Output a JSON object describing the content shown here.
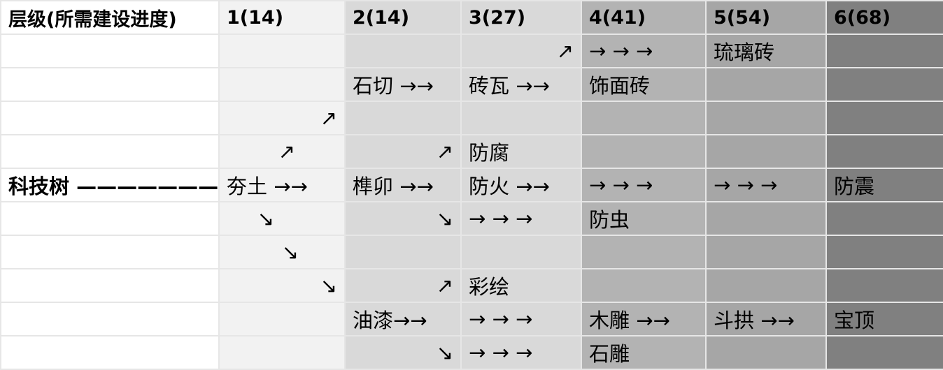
{
  "header": [
    "层级(所需建设进度)",
    "1(14)",
    "2(14)",
    "3(27)",
    "4(41)",
    "5(54)",
    "6(68)"
  ],
  "rows": [
    [
      {
        "t": ""
      },
      {
        "t": ""
      },
      {
        "t": ""
      },
      {
        "t": "↗",
        "a": "right"
      },
      {
        "t": "→ → →"
      },
      {
        "t": "琉璃砖"
      },
      {
        "t": ""
      }
    ],
    [
      {
        "t": ""
      },
      {
        "t": ""
      },
      {
        "t": "石切 →→"
      },
      {
        "t": "砖瓦 →→"
      },
      {
        "t": "饰面砖"
      },
      {
        "t": ""
      },
      {
        "t": ""
      }
    ],
    [
      {
        "t": ""
      },
      {
        "t": "↗",
        "a": "right"
      },
      {
        "t": ""
      },
      {
        "t": ""
      },
      {
        "t": ""
      },
      {
        "t": ""
      },
      {
        "t": ""
      }
    ],
    [
      {
        "t": ""
      },
      {
        "t": "↗",
        "a": "right",
        "pr": "70px"
      },
      {
        "t": "↗",
        "a": "right"
      },
      {
        "t": "防腐"
      },
      {
        "t": ""
      },
      {
        "t": ""
      },
      {
        "t": ""
      }
    ],
    [
      {
        "t": "科技树 ———————",
        "b": true
      },
      {
        "t": "夯土 →→"
      },
      {
        "t": "榫卯 →→"
      },
      {
        "t": "防火 →→"
      },
      {
        "t": "→ → →"
      },
      {
        "t": "→ → →"
      },
      {
        "t": "防震"
      }
    ],
    [
      {
        "t": ""
      },
      {
        "t": "↘",
        "a": "right",
        "pr": "100px"
      },
      {
        "t": "↘",
        "a": "right"
      },
      {
        "t": "→ → →"
      },
      {
        "t": "防虫"
      },
      {
        "t": ""
      },
      {
        "t": ""
      }
    ],
    [
      {
        "t": ""
      },
      {
        "t": "↘",
        "a": "right",
        "pr": "65px"
      },
      {
        "t": ""
      },
      {
        "t": ""
      },
      {
        "t": ""
      },
      {
        "t": ""
      },
      {
        "t": ""
      }
    ],
    [
      {
        "t": ""
      },
      {
        "t": "↘",
        "a": "right"
      },
      {
        "t": "↗",
        "a": "right"
      },
      {
        "t": "彩绘"
      },
      {
        "t": ""
      },
      {
        "t": ""
      },
      {
        "t": ""
      }
    ],
    [
      {
        "t": ""
      },
      {
        "t": ""
      },
      {
        "t": "油漆→→"
      },
      {
        "t": "→ → →"
      },
      {
        "t": "木雕 →→"
      },
      {
        "t": "斗拱 →→"
      },
      {
        "t": "宝顶"
      }
    ],
    [
      {
        "t": ""
      },
      {
        "t": ""
      },
      {
        "t": "↘",
        "a": "right"
      },
      {
        "t": "→ → →"
      },
      {
        "t": "石雕"
      },
      {
        "t": ""
      },
      {
        "t": ""
      }
    ]
  ]
}
